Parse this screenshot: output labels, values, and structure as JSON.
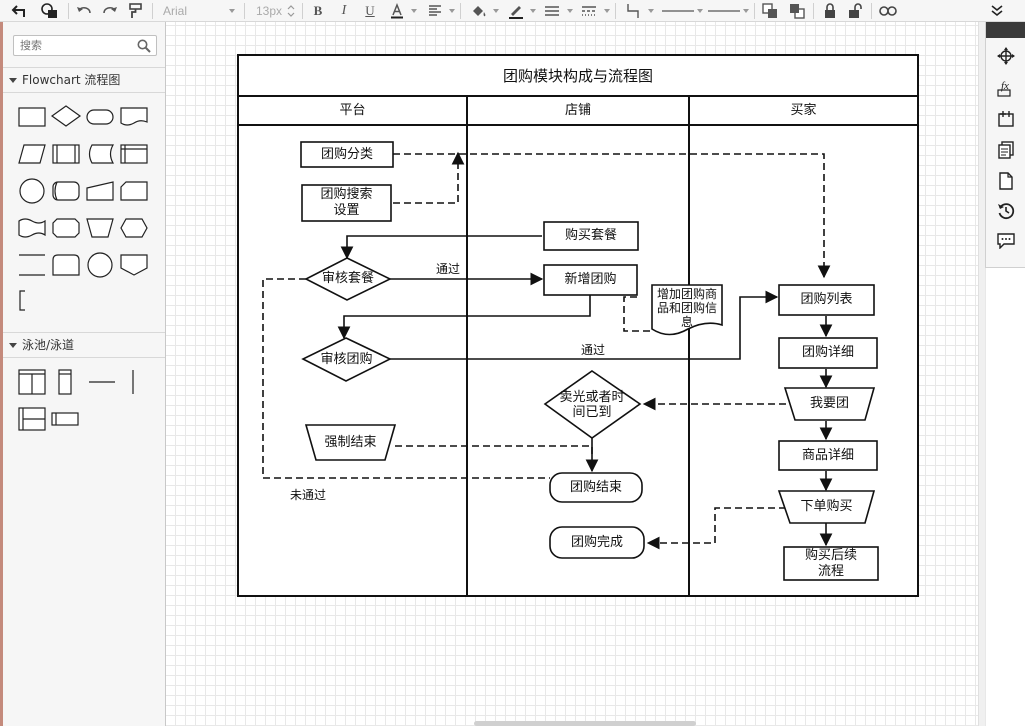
{
  "toolbar": {
    "font_family": "Arial",
    "font_size": "13px"
  },
  "sidebar": {
    "search_placeholder": "搜索",
    "sections": [
      {
        "title": "Flowchart 流程图"
      },
      {
        "title": "泳池/泳道"
      }
    ]
  },
  "diagram": {
    "title": "团购模块构成与流程图",
    "lanes": [
      "平台",
      "店铺",
      "买家"
    ],
    "nodes": {
      "tuangou_fenlei": "团购分类",
      "tuangou_sousuo": "团购搜索\n设置",
      "goumai_taocan": "购买套餐",
      "shenhe_taocan": "审核套餐",
      "xinzeng_tuangou": "新增团购",
      "zengjia_xinxi": "增加团购商品和团购信息",
      "shenhe_tuangou": "审核团购",
      "maiguang": "卖光或者时间已到",
      "qiangzhi_jieshu": "强制结束",
      "tuangou_jieshu": "团购结束",
      "tuangou_wancheng": "团购完成",
      "tuangou_liebiao": "团购列表",
      "tuangou_xiangxi": "团购详细",
      "woyaotuan": "我要团",
      "shangpin_xiangxi": "商品详细",
      "xiadan_goumai": "下单购买",
      "goumai_houxu": "购买后续\n流程"
    },
    "edge_labels": {
      "pass1": "通过",
      "pass2": "通过",
      "fail": "未通过"
    }
  }
}
